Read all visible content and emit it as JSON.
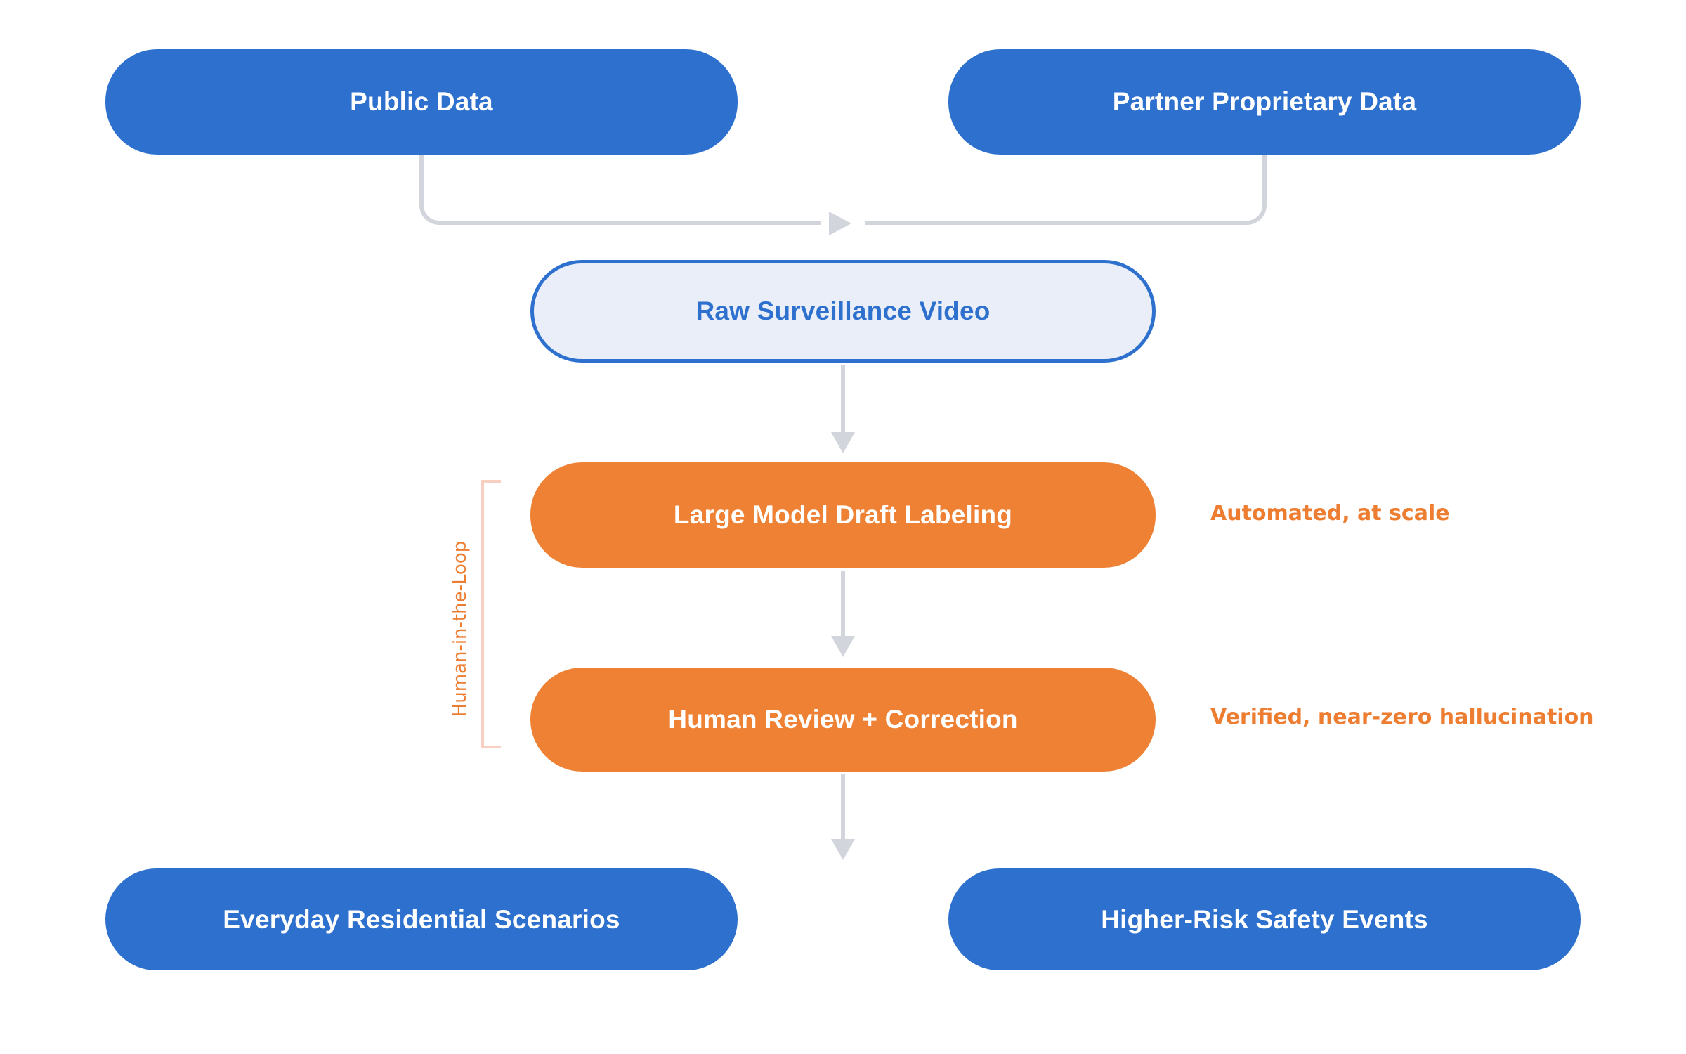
{
  "nodes": {
    "public_data": {
      "label": "Public Data"
    },
    "partner_data": {
      "label": "Partner Proprietary Data"
    },
    "raw_video": {
      "label": "Raw Surveillance Video"
    },
    "draft_labeling": {
      "label": "Large Model Draft Labeling",
      "annotation": "Automated, at scale"
    },
    "human_review": {
      "label": "Human Review + Correction",
      "annotation": "Verified, near-zero hallucination"
    },
    "everyday": {
      "label": "Everyday Residential Scenarios"
    },
    "higher_risk": {
      "label": "Higher-Risk Safety Events"
    }
  },
  "loop_label": "Human-in-the-Loop",
  "colors": {
    "node_blue": "#2D70CD",
    "node_orange": "#EE8134",
    "raw_fill": "#E9EEF8",
    "raw_border": "#2D70CD",
    "annotation_orange": "#ED7D31",
    "connector_gray": "#D2D5DC",
    "bracket_salmon": "#F8CFC0",
    "background": "#FFFFFF"
  }
}
